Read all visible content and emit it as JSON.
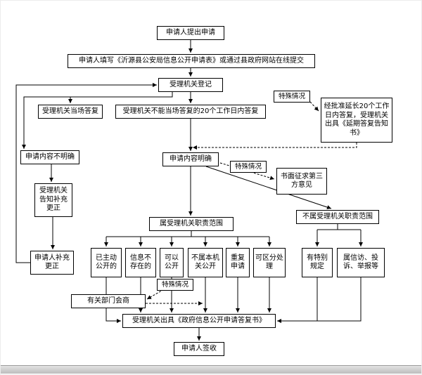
{
  "colors": {
    "line": "#000000",
    "box_border": "#000000",
    "background": "#ffffff",
    "scrollbar": "#c9c9c9"
  },
  "nodes": {
    "submit": "申请人提出申请",
    "fill_form": "申请人填写《沂源县公安局信息公开申请表》或通过县政府网站在线提交",
    "register": "受理机关登记",
    "special_case_top": "特殊情况",
    "onsite_reply": "受理机关当场答复",
    "reply_within_20": "受理机关不能当场答复的20个工作日内答复",
    "extension": "经批准延长20个工作日内答复，受理机关出具《延期答复告知书》",
    "content_unclear": "申请内容不明确",
    "content_clear": "申请内容明确",
    "special_case_mid": "特殊情况",
    "third_party": "书面征求第三方意见",
    "notify_supplement": "受理机关告知补充更正",
    "applicant_supplement": "申请人补充更正",
    "in_scope": "属受理机关职责范围",
    "out_scope": "不属受理机关职责范围",
    "already_public": "已主动公开的",
    "not_exist": "信息不存在的",
    "can_public": "可以公开",
    "not_this_org": "不属本机关公开",
    "repeat_apply": "重复申请",
    "separable": "可区分处理",
    "special_rule": "有特别规定",
    "petition": "属信访、投诉、举报等",
    "special_case_bottom": "特殊情况",
    "consult": "有关部门会商",
    "reply_letter": "受理机关出具《政府信息公开申请答复书》",
    "sign": "申请人签收"
  }
}
